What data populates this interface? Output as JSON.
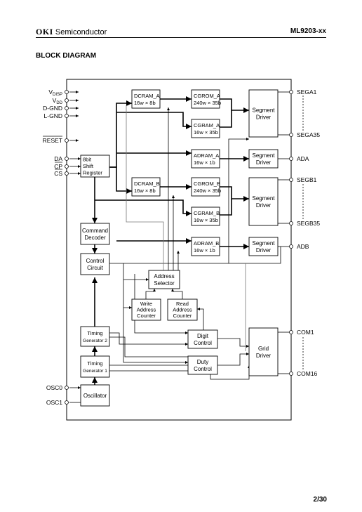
{
  "header": {
    "brand": "OKI",
    "brand_suffix": " Semiconductor",
    "part_number": "ML9203-xx"
  },
  "section_title": "BLOCK DIAGRAM",
  "page_number": "2/30",
  "pins_left": {
    "vdisp": "V",
    "vdisp_sub": "DISP",
    "vdd": "V",
    "vdd_sub": "DD",
    "dgnd": "D-GND",
    "lgnd": "L-GND",
    "reset": "RESET",
    "da": "DA",
    "cp": "CP",
    "cs": "CS",
    "osc0": "OSC0",
    "osc1": "OSC1"
  },
  "pins_right": {
    "sega1": "SEGA1",
    "sega35": "SEGA35",
    "ada": "ADA",
    "segb1": "SEGB1",
    "segb35": "SEGB35",
    "adb": "ADB",
    "com1": "COM1",
    "com16": "COM16"
  },
  "blocks": {
    "dcram_a": [
      "DCRAM_A",
      "16w × 8b"
    ],
    "cgrom_a": [
      "CGROM_A",
      "240w × 35b"
    ],
    "cgram_a": [
      "CGRAM_A",
      "16w × 35b"
    ],
    "seg_driver_a": [
      "Segment",
      "Driver"
    ],
    "adram_a": [
      "ADRAM_A",
      "16w × 1b"
    ],
    "ad_driver_a": [
      "Segment",
      "Driver"
    ],
    "shift_register": [
      "8bit",
      "Shift",
      "Register"
    ],
    "dcram_b": [
      "DCRAM_B",
      "16w × 8b"
    ],
    "cgrom_b": [
      "CGROM_B",
      "240w × 35b"
    ],
    "cgram_b": [
      "CGRAM_B",
      "16w × 35b"
    ],
    "seg_driver_b": [
      "Segment",
      "Driver"
    ],
    "adram_b": [
      "ADRAM_B",
      "16w × 1b"
    ],
    "ad_driver_b": [
      "Segment",
      "Driver"
    ],
    "command_decoder": [
      "Command",
      "Decoder"
    ],
    "control_circuit": [
      "Control",
      "Circuit"
    ],
    "address_selector": [
      "Address",
      "Selector"
    ],
    "write_counter": [
      "Write",
      "Address",
      "Counter"
    ],
    "read_counter": [
      "Read",
      "Address",
      "Counter"
    ],
    "digit_control": [
      "Digit",
      "Control"
    ],
    "grid_driver": [
      "Grid",
      "Driver"
    ],
    "timing_gen_2": [
      "Timing",
      "Generator 2"
    ],
    "duty_control": [
      "Duty",
      "Control"
    ],
    "timing_gen_1": [
      "Timing",
      "Generator 1"
    ],
    "oscillator": [
      "Oscillator"
    ]
  }
}
